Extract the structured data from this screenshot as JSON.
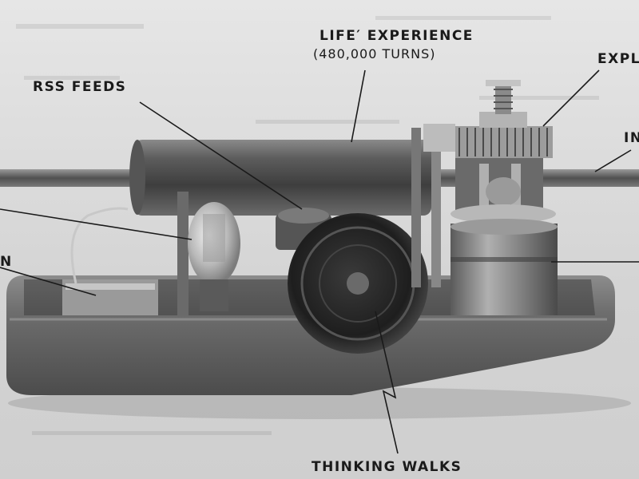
{
  "labels": {
    "life_experience": "LIFE′ EXPERIENCE",
    "life_experience_sub": "(480,000 TURNS)",
    "rss_feeds": "RSS FEEDS",
    "thinking_walks": "THINKING WALKS",
    "expl_partial": "EXPL",
    "in_partial": "IN",
    "n_partial": "N"
  },
  "colors": {
    "paper": "#d8d8d8",
    "ink": "#1a1a1a",
    "metal_dark": "#4a4a4a",
    "metal_mid": "#7a7a7a",
    "metal_light": "#bdbdbd"
  }
}
